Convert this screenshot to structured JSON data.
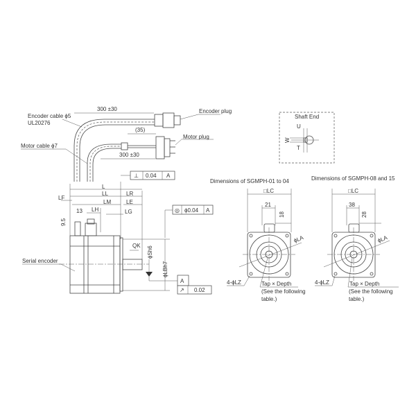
{
  "side_view": {
    "encoder_cable_label": "Encoder cable ϕ5",
    "encoder_cable_spec": "UL20276",
    "encoder_cable_length": "300 ±30",
    "encoder_plug_label": "Encoder plug",
    "motor_plug_label": "Motor plug",
    "motor_plug_offset": "(35)",
    "motor_cable_label": "Motor cable ϕ7",
    "motor_cable_length": "300 ±30",
    "serial_encoder_label": "Serial encoder",
    "dims": {
      "L": "L",
      "LL": "LL",
      "LR": "LR",
      "LF": "LF",
      "LM": "LM",
      "LE": "LE",
      "LH": "LH",
      "LG": "LG",
      "d13": "13",
      "d95": "9.5",
      "QK": "QK",
      "Sh6": "ϕSh6",
      "LBh7": "ϕLBh7"
    },
    "perpendicularity": {
      "symbol": "⊥",
      "value": "0.04",
      "datum": "A"
    },
    "concentricity": {
      "symbol": "◎",
      "value": "ϕ0.04",
      "datum": "A"
    },
    "datum_label": "A",
    "runout": {
      "symbol": "↗",
      "value": "0.02"
    }
  },
  "shaft_end": {
    "title": "Shaft End",
    "U": "U",
    "W": "W",
    "T": "T"
  },
  "front_views": [
    {
      "title": "Dimensions of SGMPH-01 to 04",
      "lc": "□LC",
      "width": "21",
      "height": "18",
      "la": "ϕLA",
      "lz": "4-ϕLZ",
      "tap": "Tap × Depth",
      "note1": "(See the following",
      "note2": "table.)"
    },
    {
      "title": "Dimensions of SGMPH-08 and 15",
      "lc": "□LC",
      "width": "38",
      "height": "28",
      "la": "ϕLA",
      "lz": "4-ϕLZ",
      "tap": "Tap × Depth",
      "note1": "(See the following",
      "note2": "table.)"
    }
  ]
}
